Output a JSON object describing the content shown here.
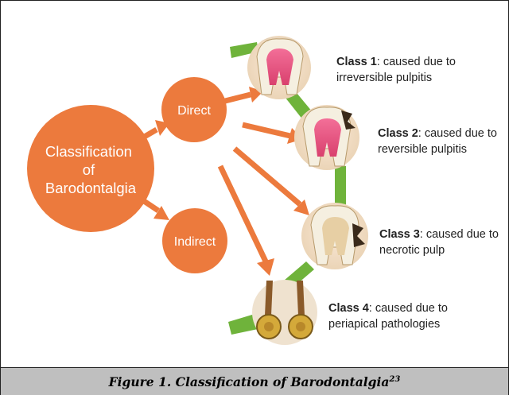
{
  "diagram": {
    "root": [
      "Classification",
      "of",
      "Barodontalgia"
    ],
    "direct": "Direct",
    "indirect": "Indirect",
    "classes": [
      {
        "title": "Class 1",
        "lines": [
          ": caused due to",
          "irreversible pulpitis"
        ]
      },
      {
        "title": "Class 2",
        "lines": [
          ": caused due to",
          "reversible pulpitis"
        ]
      },
      {
        "title": "Class 3",
        "lines": [
          ": caused due to",
          "necrotic pulp"
        ]
      },
      {
        "title": "Class 4",
        "lines": [
          ": caused due to",
          "periapical pathologies"
        ]
      }
    ],
    "colors": {
      "circle_fill": "#ec7a3d",
      "arrow": "#ec7a3d",
      "connector": "#6fb33b",
      "node_text": "#ffffff",
      "class_text": "#222222"
    }
  },
  "caption": {
    "text": "Figure 1. Classification of Barodontalgia",
    "superscript": "23"
  }
}
